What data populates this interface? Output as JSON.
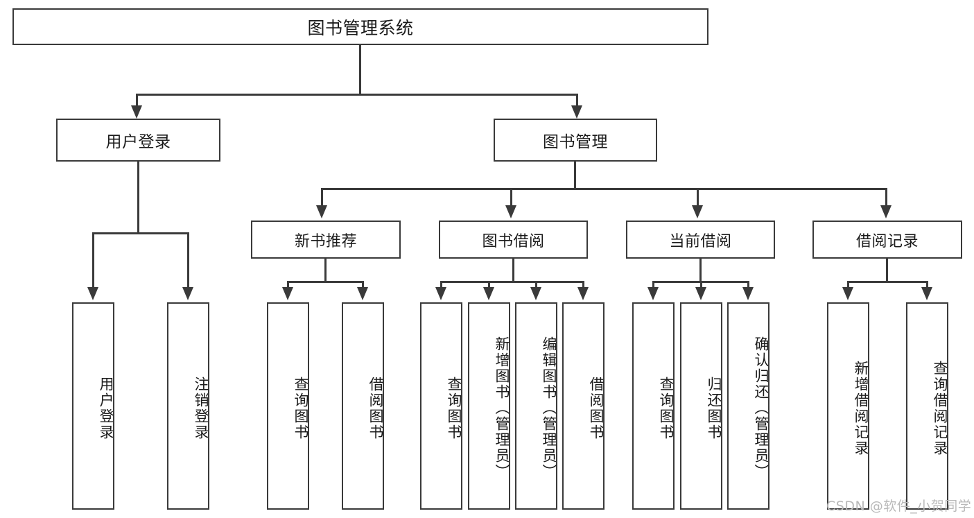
{
  "diagram": {
    "title": "图书管理系统",
    "type": "tree-hierarchy-functional-structure",
    "root": {
      "label": "图书管理系统"
    },
    "level2": [
      {
        "label": "用户登录"
      },
      {
        "label": "图书管理"
      }
    ],
    "level3": [
      {
        "label": "新书推荐"
      },
      {
        "label": "图书借阅"
      },
      {
        "label": "当前借阅"
      },
      {
        "label": "借阅记录"
      }
    ],
    "leaves": {
      "user_login": [
        {
          "label": "用户登录"
        },
        {
          "label": "注销登录"
        }
      ],
      "new_book_recommend": [
        {
          "label": "查询图书"
        },
        {
          "label": "借阅图书"
        }
      ],
      "book_borrow": [
        {
          "label": "查询图书"
        },
        {
          "label": "新增图书（管理员）"
        },
        {
          "label": "编辑图书（管理员）"
        },
        {
          "label": "借阅图书"
        }
      ],
      "current_borrow": [
        {
          "label": "查询图书"
        },
        {
          "label": "归还图书"
        },
        {
          "label": "确认归还（管理员）"
        }
      ],
      "borrow_record": [
        {
          "label": "新增借阅记录"
        },
        {
          "label": "查询借阅记录"
        }
      ]
    }
  },
  "watermark": {
    "text": "CSDN @软件_小贺同学"
  },
  "colors": {
    "stroke": "#3a3a3a",
    "box_fill": "#ffffff",
    "text": "#1b1b1b",
    "watermark": "#b9b9b9",
    "background": "#ffffff"
  }
}
